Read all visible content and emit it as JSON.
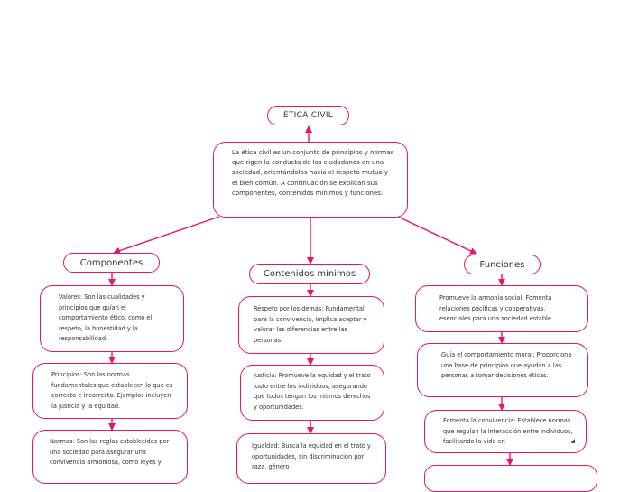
{
  "title": "ÉTICA CIVIL",
  "intro": "La ética civil es un conjunto de principios y normas que rigen la conducta de los ciudadanos en una sociedad, orientándolos hacia el respeto mutuo y el bien común. A continuación se explican sus componentes, contenidos mínimos y funciones:",
  "columns": [
    {
      "header": "Componentes",
      "items": [
        "Valores: Son las cualidades y principios que guían el comportamiento ético, como el respeto, la honestidad y la responsabilidad.",
        "Principios: Son las normas fundamentales que establecen lo que es correcto e incorrecto. Ejemplos incluyen la justicia y la equidad.",
        "Normas: Son las reglas establecidas por una sociedad para asegurar una convivencia armoniosa, como leyes y"
      ]
    },
    {
      "header": "Contenidos mínimos",
      "items": [
        "Respeto por los demás: Fundamental para la convivencia, implica aceptar y valorar las diferencias entre las personas.",
        "Justicia: Promueve la equidad y el trato justo entre los individuos, asegurando que todos tengan los mismos derechos y oportunidades.",
        "Igualdad: Busca la equidad en el trato y oportunidades, sin discriminación por raza, género"
      ]
    },
    {
      "header": "Funciones",
      "items": [
        "Promueve la armonía social: Fomenta relaciones pacíficas y cooperativas, esenciales para una sociedad estable.",
        "Guía el comportamiento moral: Proporciona una base de principios que ayudan a las personas a tomar decisiones éticas.",
        "Fomenta la convivencia: Establece normas que regulan la interacción entre individuos, facilitando la vida en"
      ]
    }
  ],
  "colors": {
    "accent": "#e6156b",
    "text": "#333333",
    "background": "#ffffff"
  }
}
